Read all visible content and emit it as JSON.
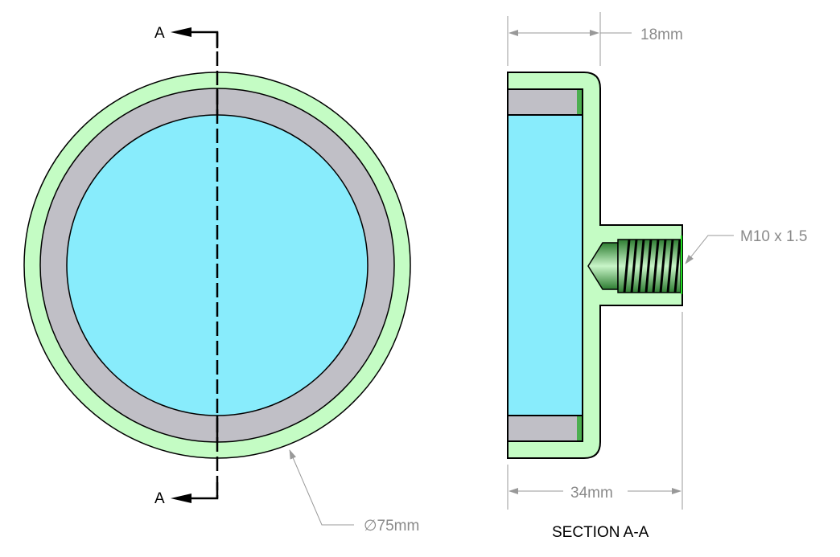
{
  "section_label_top": "A",
  "section_label_bottom": "A",
  "dimensions": {
    "diameter": "∅75mm",
    "thickness": "18mm",
    "total_length": "34mm",
    "thread": "M10 x 1.5"
  },
  "section_title": "SECTION A-A",
  "colors": {
    "housing": "#c4fcc4",
    "magnet": "#88ecfc",
    "ring": "#c0bfc6",
    "thread": "#4caf50",
    "dimension": "#8a8a8a"
  }
}
